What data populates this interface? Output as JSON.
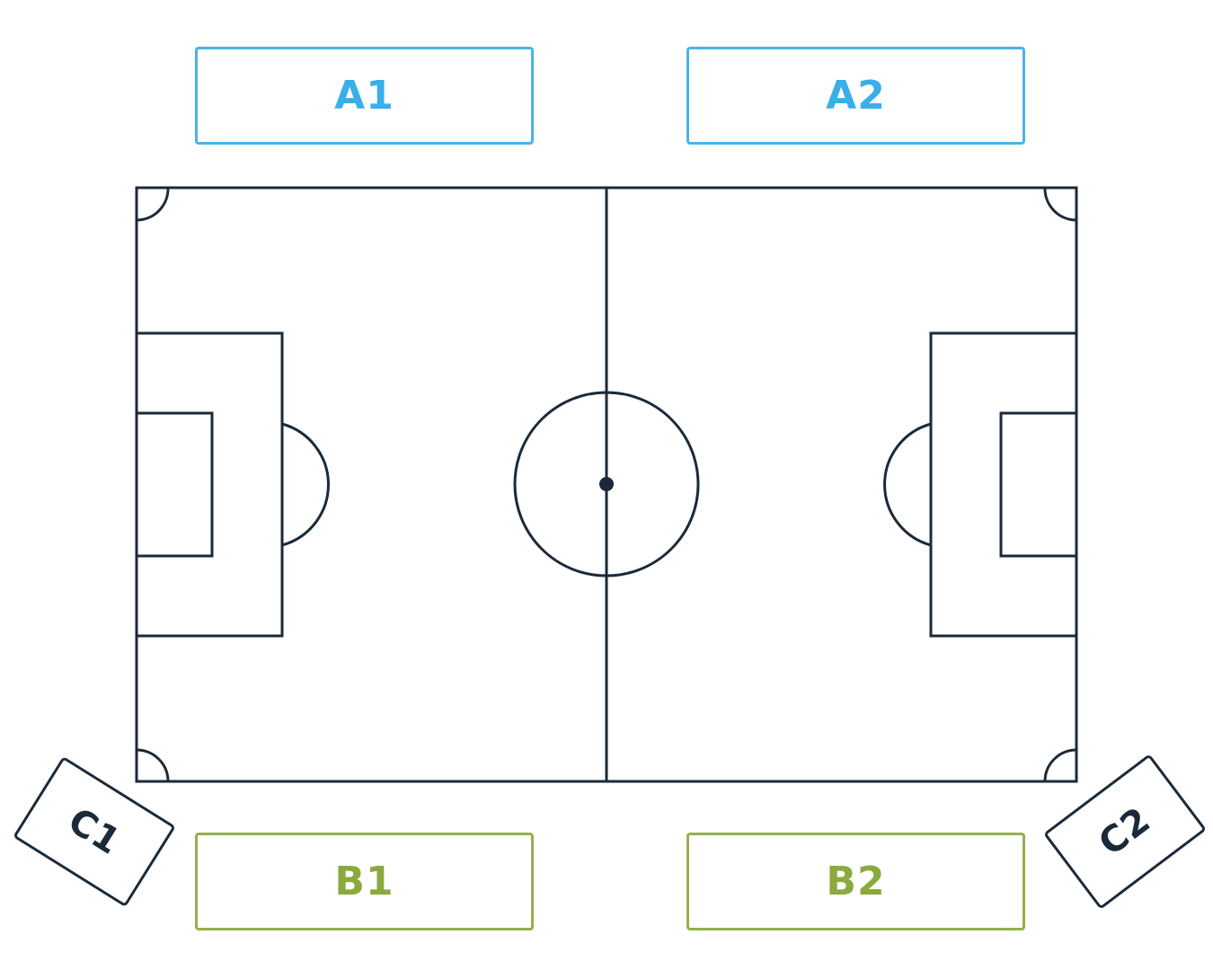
{
  "zones": {
    "a1": "A1",
    "a2": "A2",
    "b1": "B1",
    "b2": "B2",
    "c1": "C1",
    "c2": "C2"
  },
  "colors": {
    "zone_a": "#4ab3e8",
    "zone_b": "#95b04a",
    "zone_c": "#1b2a3a",
    "pitch_lines": "#1b2a3a"
  }
}
